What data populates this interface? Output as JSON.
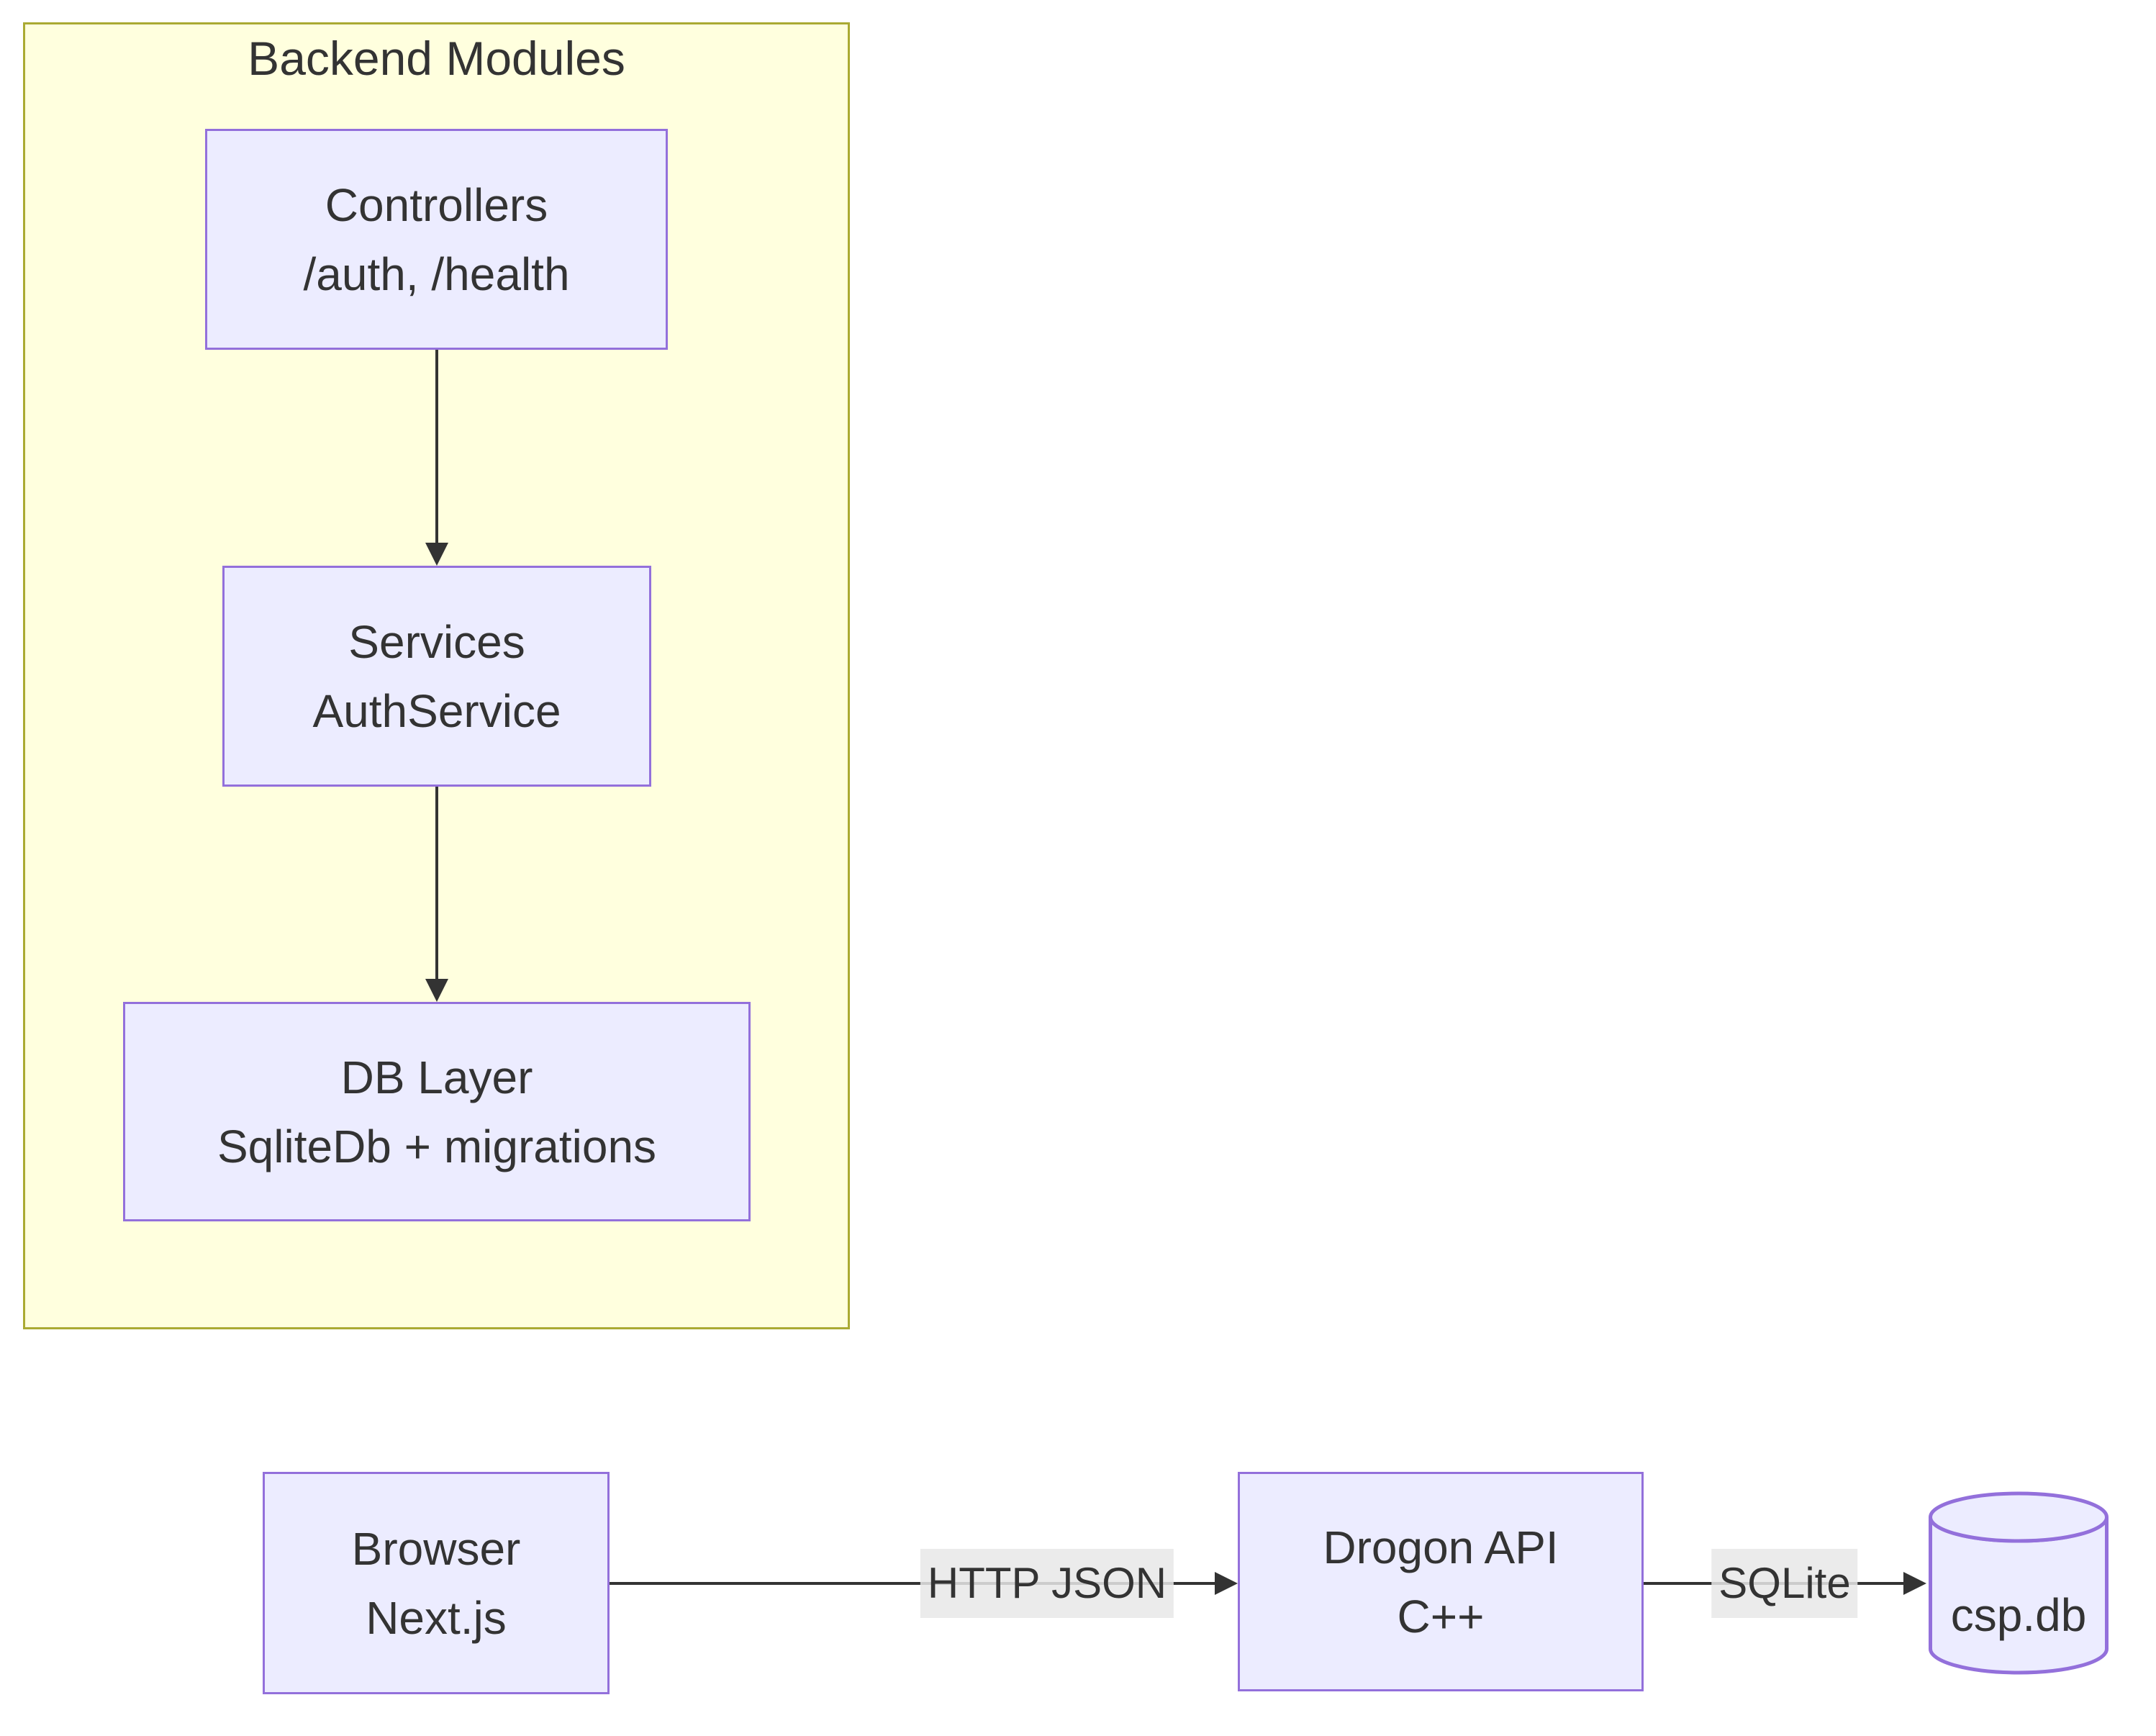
{
  "subgraph": {
    "title": "Backend Modules"
  },
  "nodes": {
    "controllers": {
      "title": "Controllers",
      "subtitle": "/auth, /health"
    },
    "services": {
      "title": "Services",
      "subtitle": "AuthService"
    },
    "db_layer": {
      "title": "DB Layer",
      "subtitle": "SqliteDb + migrations"
    },
    "browser": {
      "title": "Browser",
      "subtitle": "Next.js"
    },
    "drogon_api": {
      "title": "Drogon API",
      "subtitle": "C++"
    },
    "database": {
      "label": "csp.db"
    }
  },
  "edges": {
    "controllers_to_services": {
      "label": ""
    },
    "services_to_db_layer": {
      "label": ""
    },
    "browser_to_drogon_api": {
      "label": "HTTP JSON"
    },
    "drogon_api_to_database": {
      "label": "SQLite"
    }
  },
  "colors": {
    "canvas_bg": "#ffffff",
    "subgraph_fill": "#ffffde",
    "subgraph_border": "#aaaa33",
    "node_fill": "#ececff",
    "node_border": "#9370db",
    "text": "#333333",
    "edge": "#333333",
    "edge_label_bg": "rgba(232,232,232,0.85)"
  }
}
